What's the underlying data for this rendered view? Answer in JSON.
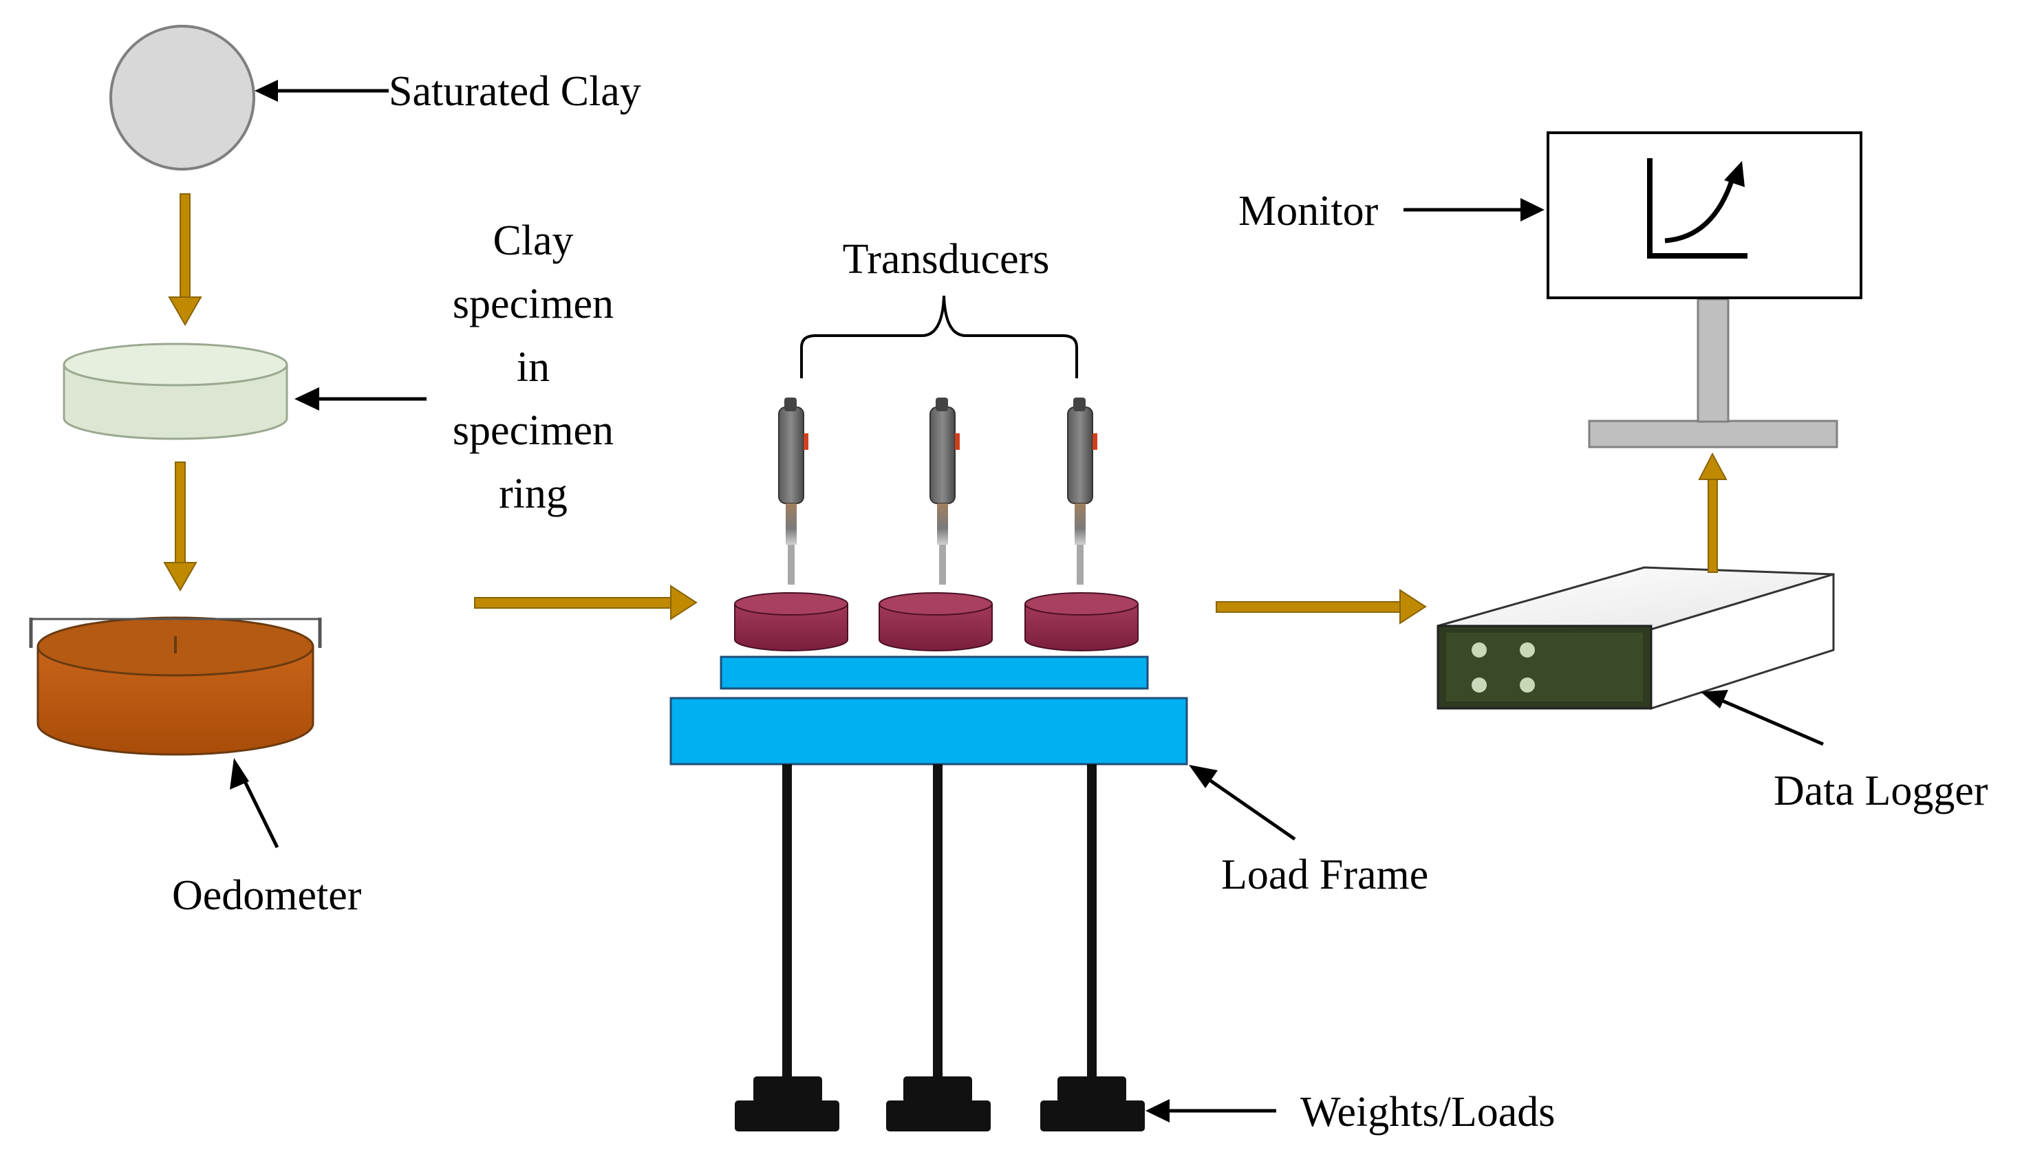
{
  "labels": {
    "saturated_clay": "Saturated Clay",
    "clay_specimen_lines": [
      "Clay",
      "specimen",
      "in",
      "specimen",
      "ring"
    ],
    "oedometer": "Oedometer",
    "transducers": "Transducers",
    "load_frame": "Load Frame",
    "weights_loads": "Weights/Loads",
    "monitor": "Monitor",
    "data_logger": "Data Logger"
  },
  "colors": {
    "flow_arrow": "#C08A00",
    "pointer_arrow": "#000000",
    "saturated_clay": "#D8D8D8",
    "specimen_ring": "#DCE6D2",
    "oedometer": "#BE5A0E",
    "sample_discs": "#8E2A48",
    "load_frame": "#00B0F0",
    "weights": "#111111",
    "monitor_stand": "#BFBFBF",
    "data_logger_panel": "#3A4A28"
  },
  "icons": {
    "transducer": "dial-gauge-transducer-icon",
    "monitor_chart": "rising-curve-chart-icon"
  }
}
